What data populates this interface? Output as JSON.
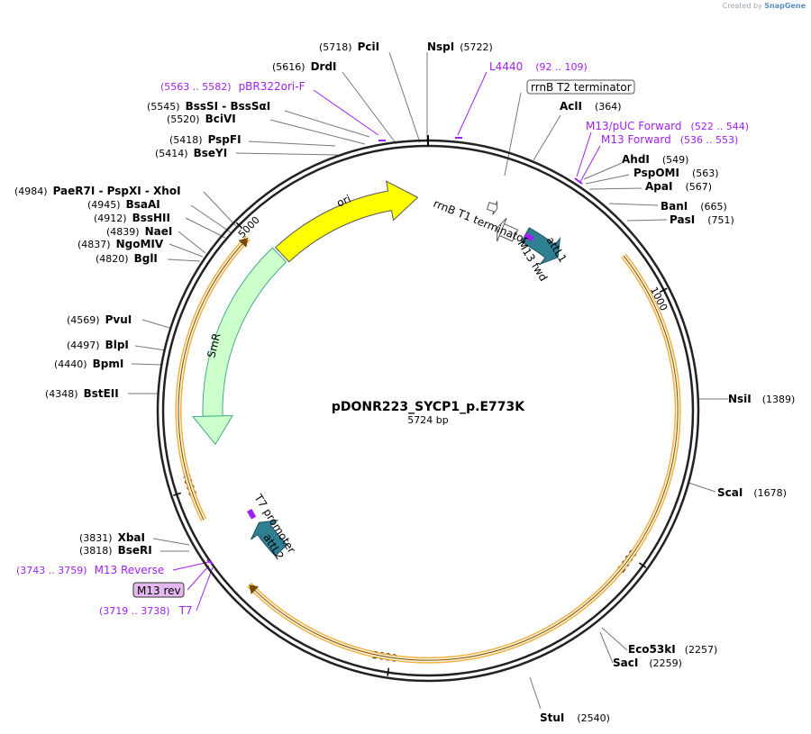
{
  "plasmid": {
    "name": "pDONR223_SYCP1_p.E773K",
    "length_label": "5724 bp",
    "length": 5724
  },
  "watermark": {
    "prefix": "Created by",
    "brand": "SnapGene"
  },
  "tick_labels": [
    "1000",
    "2000",
    "3000",
    "4000",
    "5000"
  ],
  "enzymes": [
    {
      "name": "NspI",
      "pos": "(5722)"
    },
    {
      "name": "PciI",
      "pos": "(5718)"
    },
    {
      "name": "DrdI",
      "pos": "(5616)"
    },
    {
      "name": "BssSI - BssSαI",
      "pos": "(5545)"
    },
    {
      "name": "BciVI",
      "pos": "(5520)"
    },
    {
      "name": "PspFI",
      "pos": "(5418)"
    },
    {
      "name": "BseYI",
      "pos": "(5414)"
    },
    {
      "name": "PaeR7I - PspXI - XhoI",
      "pos": "(4984)"
    },
    {
      "name": "BsaAI",
      "pos": "(4945)"
    },
    {
      "name": "BssHII",
      "pos": "(4912)"
    },
    {
      "name": "NaeI",
      "pos": "(4839)"
    },
    {
      "name": "NgoMIV",
      "pos": "(4837)"
    },
    {
      "name": "BglI",
      "pos": "(4820)"
    },
    {
      "name": "PvuI",
      "pos": "(4569)"
    },
    {
      "name": "BlpI",
      "pos": "(4497)"
    },
    {
      "name": "BpmI",
      "pos": "(4440)"
    },
    {
      "name": "BstEII",
      "pos": "(4348)"
    },
    {
      "name": "XbaI",
      "pos": "(3831)"
    },
    {
      "name": "BseRI",
      "pos": "(3818)"
    },
    {
      "name": "AclI",
      "pos": "(364)"
    },
    {
      "name": "AhdI",
      "pos": "(549)"
    },
    {
      "name": "PspOMI",
      "pos": "(563)"
    },
    {
      "name": "ApaI",
      "pos": "(567)"
    },
    {
      "name": "BanI",
      "pos": "(665)"
    },
    {
      "name": "PasI",
      "pos": "(751)"
    },
    {
      "name": "NsiI",
      "pos": "(1389)"
    },
    {
      "name": "ScaI",
      "pos": "(1678)"
    },
    {
      "name": "Eco53kI",
      "pos": "(2257)"
    },
    {
      "name": "SacI",
      "pos": "(2259)"
    },
    {
      "name": "StuI",
      "pos": "(2540)"
    }
  ],
  "primers": [
    {
      "name": "L4440",
      "range": "(92 .. 109)"
    },
    {
      "name": "pBR322ori-F",
      "range": "(5563 .. 5582)"
    },
    {
      "name": "M13/pUC Forward",
      "range": "(522 .. 544)"
    },
    {
      "name": "M13 Forward",
      "range": "(536 .. 553)"
    },
    {
      "name": "M13 Reverse",
      "range": "(3743 .. 3759)"
    },
    {
      "name": "T7",
      "range": "(3719 .. 3738)"
    }
  ],
  "boxed_labels": {
    "terminator": "rrnB T2 terminator",
    "m13rev": "M13 rev"
  },
  "features": {
    "ori": "ori",
    "smr": "SmR",
    "rrnb_t1": "rrnB T1 terminator",
    "attl1": "attL1",
    "m13fwd": "M13 fwd",
    "t7promoter": "T7 promoter",
    "attl2": "attL2"
  },
  "colors": {
    "backbone": "#222222",
    "ori": "#ffff00",
    "smr": "#ccffcc",
    "att": "#2f7f93",
    "orf_outline": "#f0a830",
    "primer": "#a020f0",
    "primer_box": "#e4b8f0"
  }
}
